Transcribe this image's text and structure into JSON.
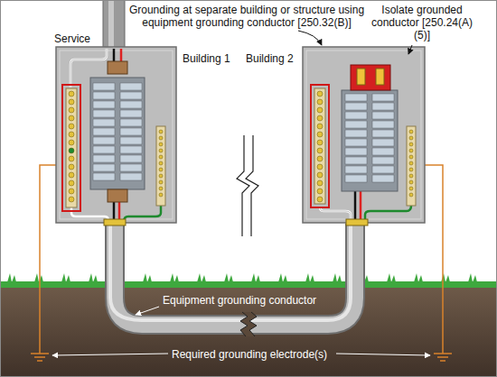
{
  "diagram": {
    "labels": [
      "Grounding at separate building or structure using equipment grounding conductor [250.32(B)]",
      "Isolate grounded conductor [250.24(A)(5)]",
      "Service",
      "Building 1",
      "Building 2",
      "Equipment grounding conductor",
      "Required grounding electrode(s)"
    ]
  }
}
